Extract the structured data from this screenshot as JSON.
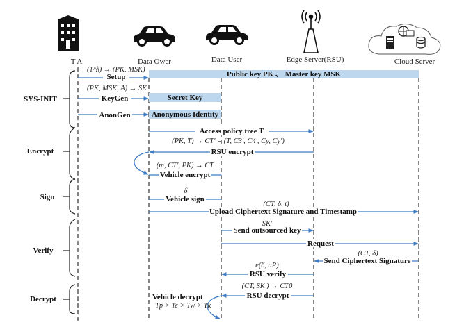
{
  "colors": {
    "arrow": "#3d7cc4",
    "bar_fill": "#bdd7ee",
    "text": "#111111"
  },
  "actors": [
    {
      "id": "ta",
      "label": "T A",
      "icon": "building-icon"
    },
    {
      "id": "owner",
      "label": "Data Ower",
      "icon": "car-icon"
    },
    {
      "id": "user",
      "label": "Data User",
      "icon": "car-icon"
    },
    {
      "id": "rsu",
      "label": "Edge Server(RSU)",
      "icon": "antenna-tower-icon"
    },
    {
      "id": "cloud",
      "label": "Cloud Server",
      "icon": "cloud-server-icon"
    }
  ],
  "phases": [
    {
      "label": "SYS-INIT"
    },
    {
      "label": "Encrypt"
    },
    {
      "label": "Sign"
    },
    {
      "label": "Verify"
    },
    {
      "label": "Decrypt"
    }
  ],
  "bars": [
    {
      "label": "Public key PK 、 Master key MSK"
    },
    {
      "label": "Secret Key"
    },
    {
      "label": "Anonymous Identity"
    }
  ],
  "messages": [
    {
      "label": "Setup",
      "formula": "(1^λ) → (PK, MSK)"
    },
    {
      "label": "KeyGen",
      "formula": "(PK, MSK, A) → SK"
    },
    {
      "label": "AnonGen",
      "formula": ""
    },
    {
      "label": "Access policy tree   T",
      "formula": ""
    },
    {
      "label": "RSU encrypt",
      "formula": "(PK, T) → CT' = (T, C3', C4', Cy, Cy')"
    },
    {
      "label": "Vehicle encrypt",
      "formula": "(m, CT', PK) → CT"
    },
    {
      "label": "Vehicle sign",
      "formula": "δ"
    },
    {
      "label": "Upload  Ciphertext Signature and Timestamp",
      "formula": "(CT, δ, t)"
    },
    {
      "label": "Send outsourced key",
      "formula": "SK'"
    },
    {
      "label": "Request",
      "formula": ""
    },
    {
      "label": "Send Ciphertext Signature",
      "formula": "(CT, δ)"
    },
    {
      "label": "RSU verify",
      "formula": "e(δ, aP)"
    },
    {
      "label": "RSU decrypt",
      "formula": "(CT, SK') → CT0"
    },
    {
      "label": "Vehicle decrypt",
      "formula": "Tp > Te > Tw > Tk"
    }
  ]
}
